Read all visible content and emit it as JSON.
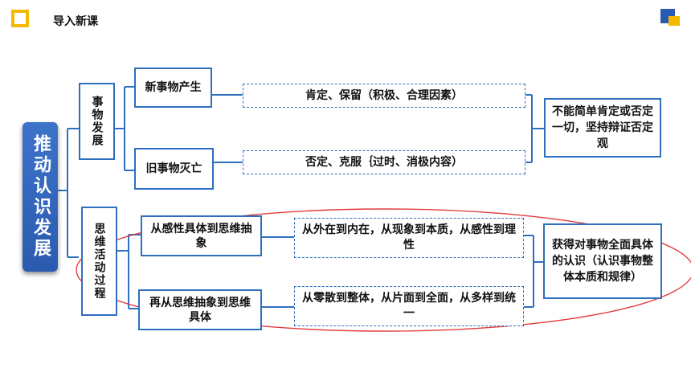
{
  "header": {
    "title": "导入新课"
  },
  "colors": {
    "accent": "#2f6fbf",
    "header_yellow": "#f5b800",
    "header_blue": "#2a5bb0",
    "ellipse": "#e33b3b"
  },
  "root": "推动认识发展",
  "branch1": {
    "label": "事物发展",
    "items": [
      {
        "label": "新事物产生",
        "detail": "肯定、保留（积极、合理因素）"
      },
      {
        "label": "旧事物灭亡",
        "detail": "否定、克服｛过时、消极内容）"
      }
    ],
    "conclusion": "不能简单肯定或否定一切，坚持辩证否定观"
  },
  "branch2": {
    "label": "思维活动过程",
    "items": [
      {
        "label": "从感性具体到思维抽象",
        "detail": "从外在到内在，从现象到本质，从感性到理性"
      },
      {
        "label": "再从思维抽象到思维具体",
        "detail": "从零散到整体，从片面到全面，从多样到统一"
      }
    ],
    "conclusion": "获得对事物全面具体的认识（认识事物整体本质和规律）"
  }
}
